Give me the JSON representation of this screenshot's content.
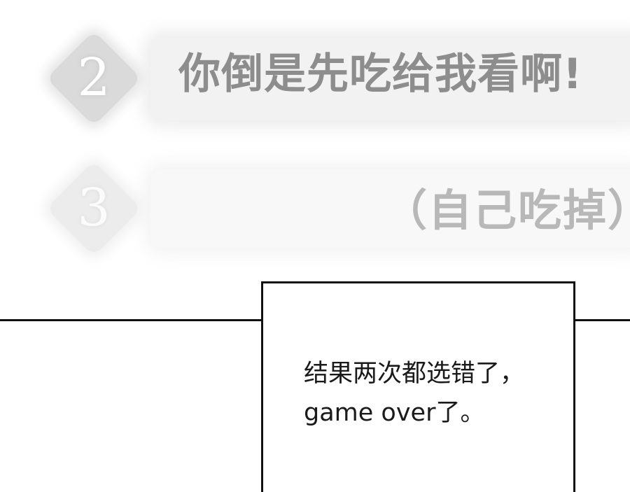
{
  "options": [
    {
      "number": "2",
      "text": "你倒是先吃给我看啊!"
    },
    {
      "number": "3",
      "text": "（自己吃掉）"
    }
  ],
  "caption": {
    "lines": [
      "结果两次都选错了，",
      "game over了。"
    ]
  }
}
